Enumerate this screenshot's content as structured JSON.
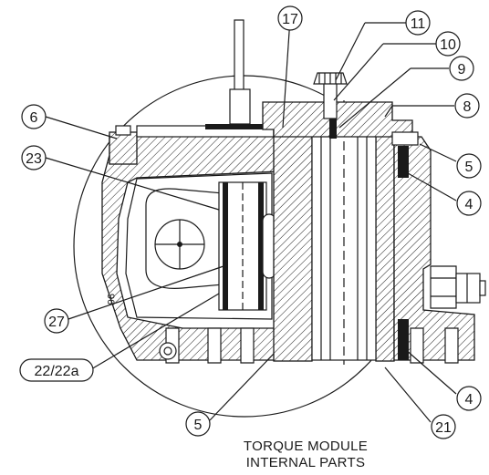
{
  "caption": {
    "line1": "TORQUE MODULE",
    "line2": "INTERNAL PARTS"
  },
  "callouts": [
    {
      "id": "17",
      "label": "17",
      "shape": "circle"
    },
    {
      "id": "11",
      "label": "11",
      "shape": "circle"
    },
    {
      "id": "10",
      "label": "10",
      "shape": "circle"
    },
    {
      "id": "9",
      "label": "9",
      "shape": "circle"
    },
    {
      "id": "8",
      "label": "8",
      "shape": "circle"
    },
    {
      "id": "6",
      "label": "6",
      "shape": "circle"
    },
    {
      "id": "5a",
      "label": "5",
      "shape": "circle"
    },
    {
      "id": "23",
      "label": "23",
      "shape": "circle"
    },
    {
      "id": "4a",
      "label": "4",
      "shape": "circle"
    },
    {
      "id": "27",
      "label": "27",
      "shape": "circle"
    },
    {
      "id": "22",
      "label": "22/22a",
      "shape": "pill"
    },
    {
      "id": "4b",
      "label": "4",
      "shape": "circle"
    },
    {
      "id": "5b",
      "label": "5",
      "shape": "circle"
    },
    {
      "id": "21",
      "label": "21",
      "shape": "circle"
    }
  ],
  "engraved_mark": "96",
  "colors": {
    "line": "#1a1a1a",
    "background": "#ffffff"
  }
}
